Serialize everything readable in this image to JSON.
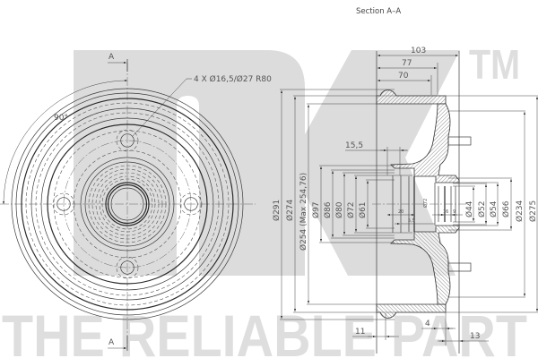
{
  "title": "Section A–A",
  "watermark": {
    "brand": "NK",
    "trademark": "TM",
    "tagline": "THE RELIABLE PART"
  },
  "front_view": {
    "section_marker_top": "A",
    "section_marker_bottom": "A",
    "angle_label": "90°",
    "bolt_callout": "4 X Ø16,5/Ø27 R80"
  },
  "section_view": {
    "axial_dimensions": {
      "overall_depth": "103",
      "depth_77": "77",
      "depth_70": "70",
      "offset_15_5": "15,5",
      "bore_20": "20",
      "bore_5_5": "5,5",
      "stub_16": "16",
      "stub_9": "9",
      "lip_11": "11",
      "flange_4": "4",
      "flange_13": "13"
    },
    "diameters_left": [
      "Ø291",
      "Ø274",
      "Ø254 (Max 254,76)",
      "Ø97",
      "Ø86",
      "Ø80",
      "Ø72",
      "Ø61"
    ],
    "diameters_right": [
      "Ø44",
      "Ø52",
      "Ø54",
      "Ø66",
      "Ø234",
      "Ø275"
    ],
    "inner_bore_label": "Ø72"
  },
  "colors": {
    "background": "#ffffff",
    "watermark": "#dcdcdc",
    "line": "#3a3a3a",
    "text": "#555555"
  }
}
